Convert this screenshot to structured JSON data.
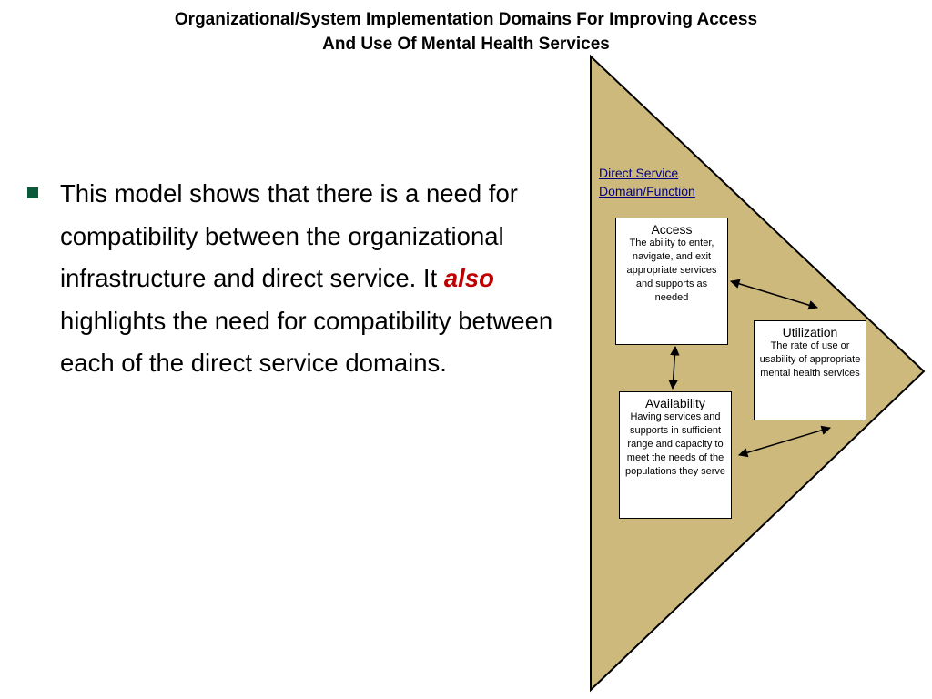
{
  "title": {
    "line1": "Organizational/System Implementation Domains For Improving Access",
    "line2": "And Use Of Mental Health Services"
  },
  "bullet": {
    "text_before": "This model shows that there is a need for compatibility between the organizational infrastructure and direct service.  It ",
    "emphasis": "also",
    "text_after": " highlights the need for compatibility between each of the direct service domains."
  },
  "diagram": {
    "domain_label": {
      "line1": "Direct Service",
      "line2": "Domain/Function"
    },
    "boxes": {
      "access": {
        "title": "Access",
        "description": "The ability to enter, navigate, and exit appropriate services and supports as needed"
      },
      "utilization": {
        "title": "Utilization",
        "description": "The rate of use or usability of appropriate mental health services"
      },
      "availability": {
        "title": "Availability",
        "description": "Having services and supports in sufficient range and capacity to meet the needs of the populations they serve"
      }
    },
    "colors": {
      "triangle_fill": "#cdb97c",
      "triangle_stroke": "#000000",
      "label_color": "#000080",
      "bullet_color": "#0a5a3a",
      "emphasis_color": "#c00000"
    }
  }
}
